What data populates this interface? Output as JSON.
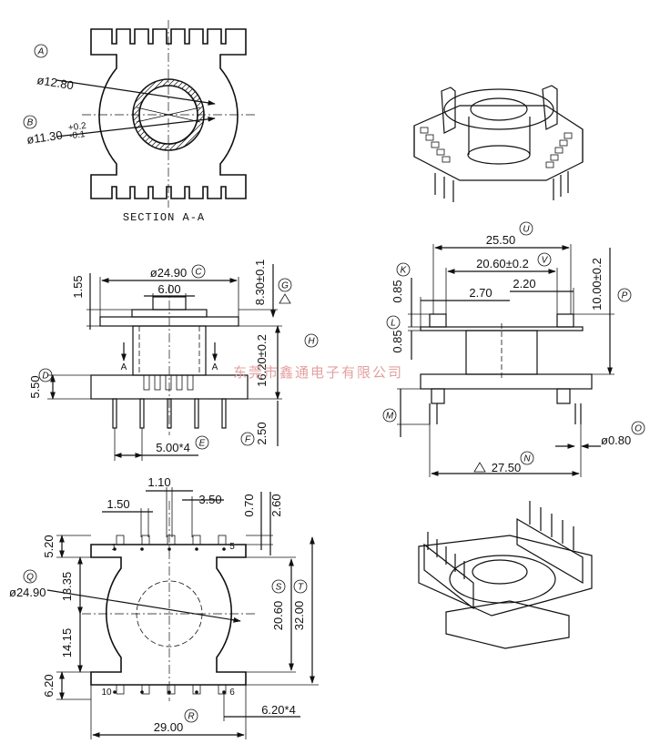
{
  "section_title": "SECTION A-A",
  "watermark": "东莞市鑫通电子有限公司",
  "labels": {
    "A": "A",
    "B": "B",
    "C": "C",
    "D": "D",
    "E": "E",
    "F": "F",
    "G": "G",
    "H": "H",
    "K": "K",
    "L": "L",
    "M": "M",
    "N": "N",
    "O": "O",
    "P": "P",
    "Q": "Q",
    "R": "R",
    "S": "S",
    "T": "T",
    "U": "U",
    "V": "V"
  },
  "section_marks": {
    "left": "A",
    "right": "A"
  },
  "dims": {
    "section_outer_dia": "ø12.80",
    "section_inner_dia_base": "ø11.30",
    "section_inner_tol_plus": "+0.2",
    "section_inner_tol_minus": "-0.1",
    "front_flange_dia": "ø24.90",
    "front_top_width": "6.00",
    "front_1_55": "1.55",
    "front_8_30": "8.30±0.1",
    "front_16_20": "16.20±0.2",
    "front_5_50": "5.50",
    "front_2_50": "2.50",
    "front_pitch": "5.00*4",
    "side_25_50": "25.50",
    "side_20_60": "20.60±0.2",
    "side_2_70": "2.70",
    "side_2_20": "2.20",
    "side_0_85_top": "0.85",
    "side_0_85_mid": "0.85",
    "side_10_00": "10.00±0.2",
    "side_27_50": "27.50",
    "side_pin_dia": "ø0.80",
    "bottom_1_10": "1.10",
    "bottom_1_50": "1.50",
    "bottom_3_50": "3.50",
    "bottom_0_70": "0.70",
    "bottom_2_60": "2.60",
    "bottom_5_20": "5.20",
    "bottom_13_35": "13.35",
    "bottom_dia": "ø24.90",
    "bottom_14_15": "14.15",
    "bottom_6_20": "6.20",
    "bottom_20_60": "20.60",
    "bottom_32_00": "32.00",
    "bottom_29_00": "29.00",
    "bottom_pitch": "6.20*4"
  },
  "pins": {
    "p1": "1",
    "p5": "5",
    "p6": "6",
    "p10": "10"
  }
}
